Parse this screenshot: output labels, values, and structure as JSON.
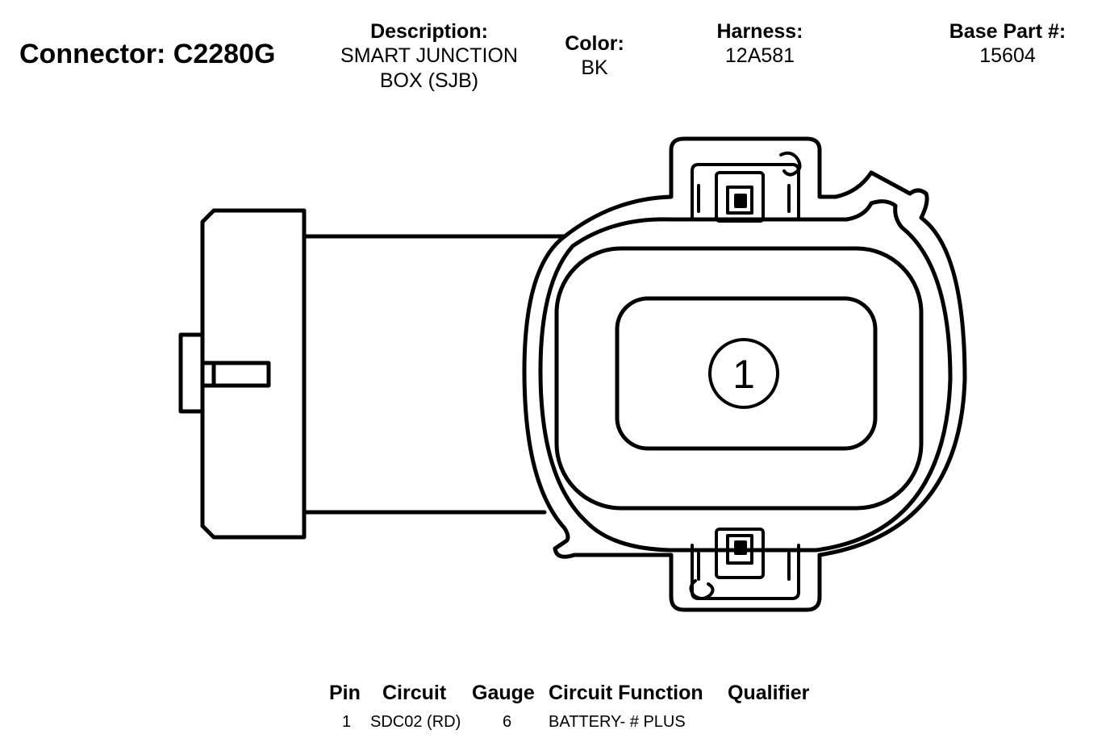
{
  "connector": {
    "title": "Connector: C2280G",
    "description_label": "Description:",
    "description_line1": "SMART JUNCTION",
    "description_line2": "BOX (SJB)",
    "color_label": "Color:",
    "color_value": "BK",
    "harness_label": "Harness:",
    "harness_value": "12A581",
    "base_part_label": "Base Part #:",
    "base_part_value": "15604"
  },
  "diagram": {
    "pin_number": "1"
  },
  "pin_table": {
    "headers": {
      "pin": "Pin",
      "circuit": "Circuit",
      "gauge": "Gauge",
      "function": "Circuit Function",
      "qualifier": "Qualifier"
    },
    "rows": [
      {
        "pin": "1",
        "circuit": "SDC02 (RD)",
        "gauge": "6",
        "function": "BATTERY- # PLUS",
        "qualifier": ""
      }
    ]
  }
}
